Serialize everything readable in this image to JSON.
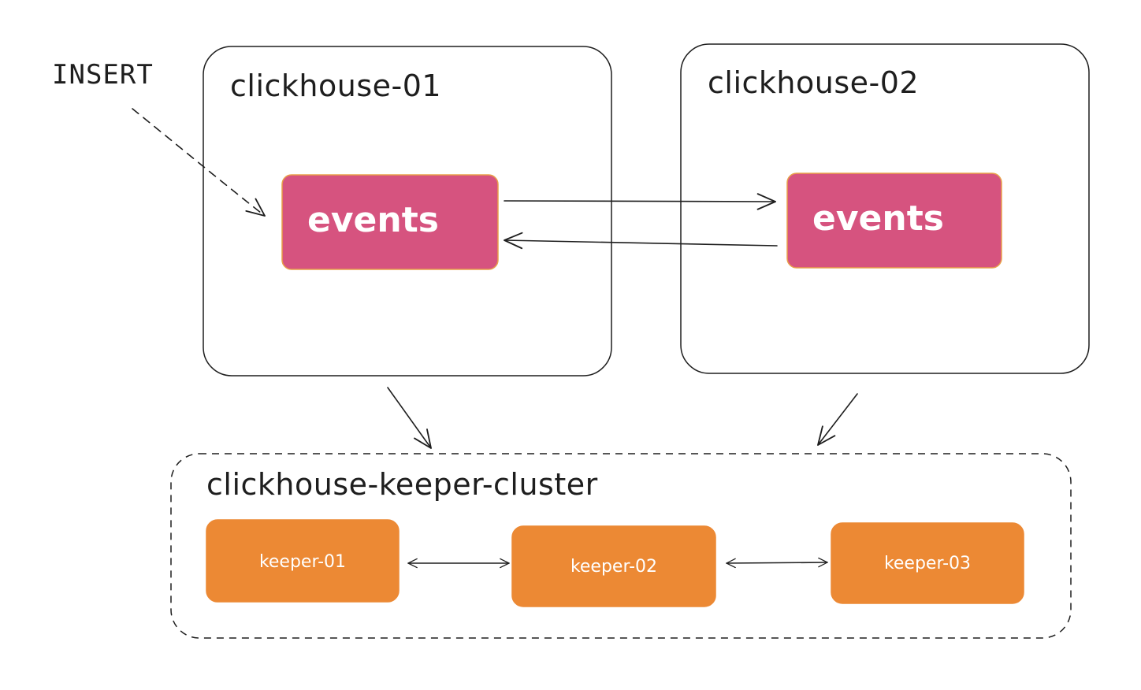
{
  "colors": {
    "table_fill": "#d6537f",
    "table_stroke": "#e8a04a",
    "keeper_fill": "#ec8934",
    "line": "#1e1e1e"
  },
  "insert_label": "INSERT",
  "nodes": [
    {
      "title": "clickhouse-01",
      "table": "events"
    },
    {
      "title": "clickhouse-02",
      "table": "events"
    }
  ],
  "keeper_cluster": {
    "title": "clickhouse-keeper-cluster",
    "keepers": [
      "keeper-01",
      "keeper-02",
      "keeper-03"
    ]
  }
}
